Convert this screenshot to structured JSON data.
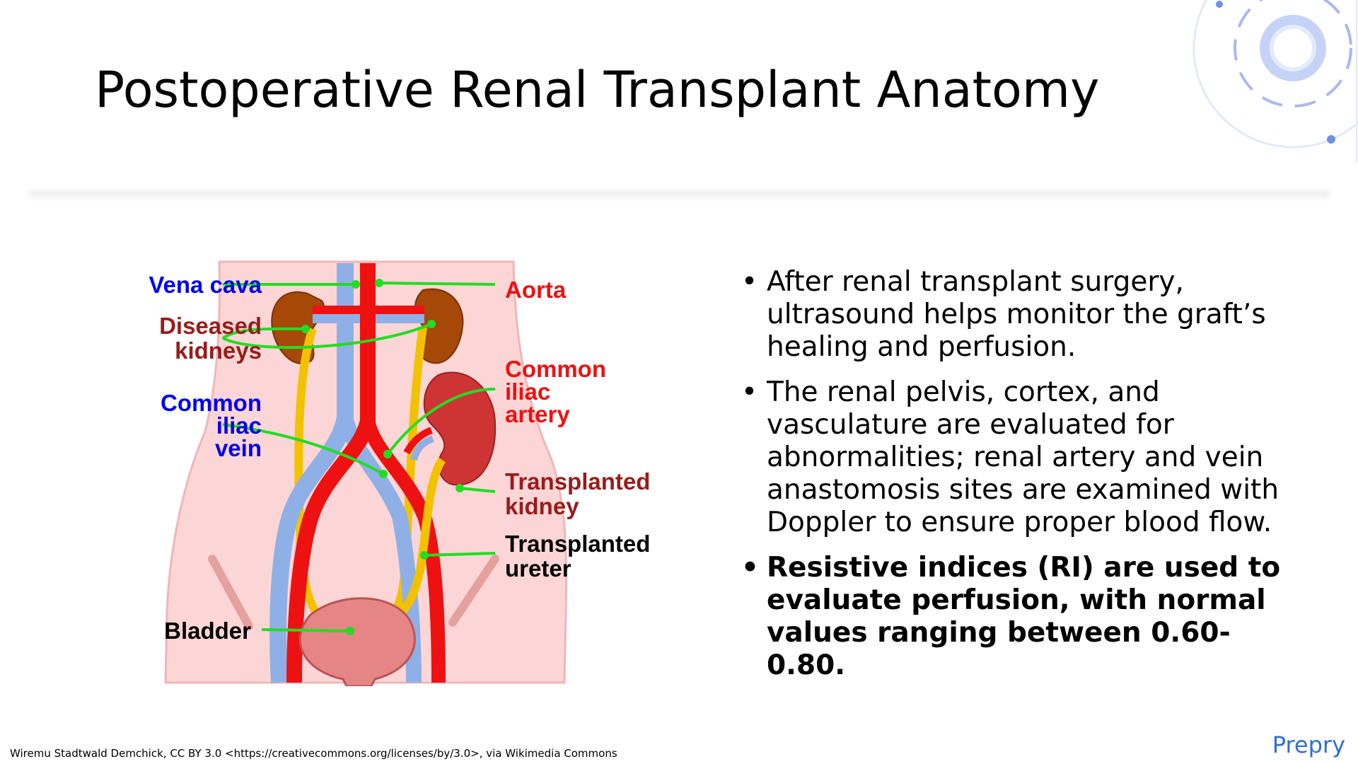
{
  "slide": {
    "title": "Postoperative Renal Transplant Anatomy",
    "credit": "Wiremu Stadtwald Demchick, CC BY 3.0 <https://creativecommons.org/licenses/by/3.0>, via Wikimedia Commons",
    "brand": "Prepry"
  },
  "diagram": {
    "labels": {
      "vena_cava": "Vena cava",
      "aorta": "Aorta",
      "diseased_kidneys_1": "Diseased",
      "diseased_kidneys_2": "kidneys",
      "common_iliac_artery_1": "Common",
      "common_iliac_artery_2": "iliac",
      "common_iliac_artery_3": "artery",
      "common_iliac_vein_1": "Common",
      "common_iliac_vein_2": "iliac",
      "common_iliac_vein_3": "vein",
      "transplanted_kidney_1": "Transplanted",
      "transplanted_kidney_2": "kidney",
      "transplanted_ureter_1": "Transplanted",
      "transplanted_ureter_2": "ureter",
      "bladder": "Bladder"
    },
    "colors": {
      "vein": "#0000ee",
      "artery": "#ee1111",
      "kidney_label": "#9b1b1b",
      "leader": "#22dd22",
      "body": "#fcd6d6"
    }
  },
  "bullets": [
    "After renal transplant surgery, ultrasound helps monitor the graft’s healing and perfusion.",
    "The renal pelvis, cortex, and vasculature are evaluated for abnormalities; renal artery and vein anastomosis sites are examined with Doppler to ensure proper blood flow.",
    "Resistive indices (RI) are used to evaluate perfusion, with normal values ranging between 0.60-0.80."
  ],
  "bullet_glyph": "•"
}
